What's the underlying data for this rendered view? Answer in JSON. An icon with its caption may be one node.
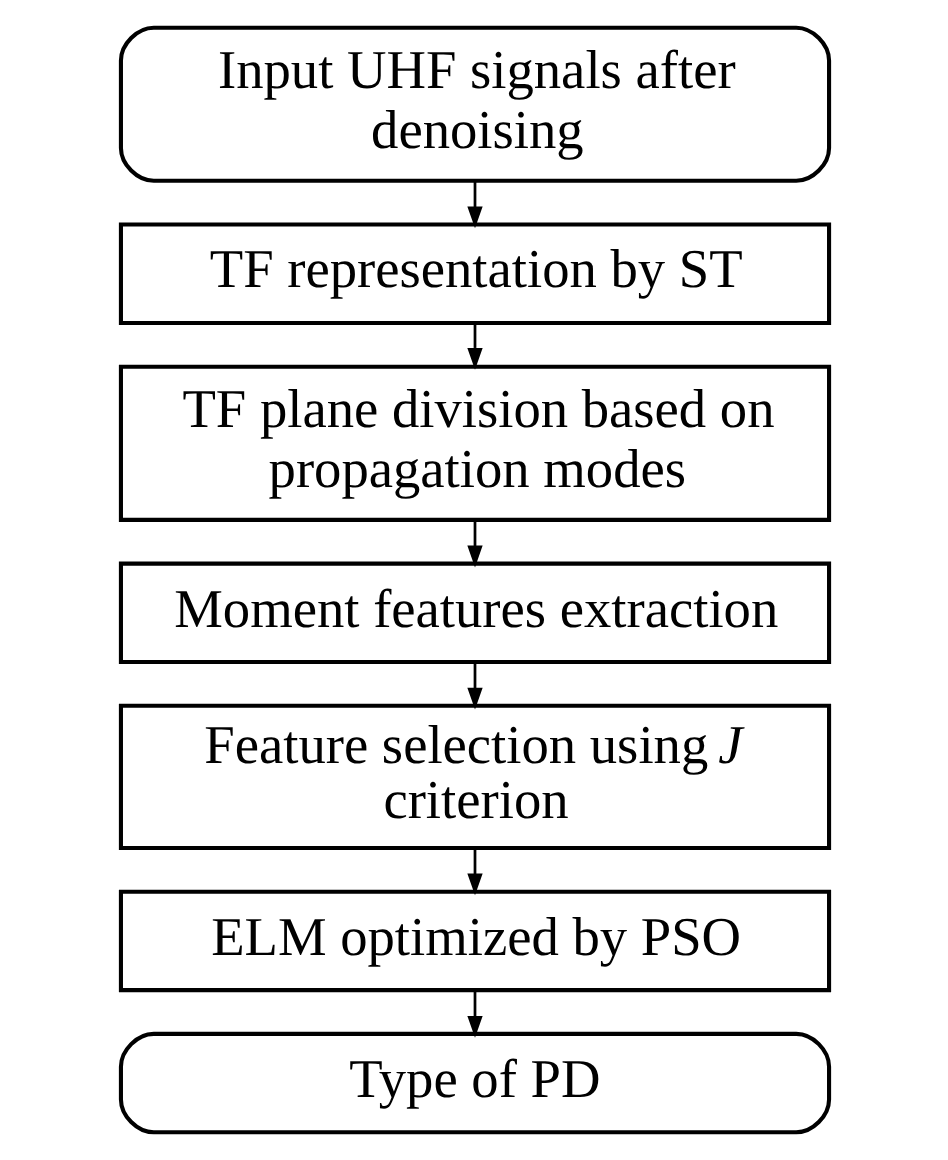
{
  "diagram": {
    "nodes": [
      {
        "text": [
          "Input UHF signals after denoising"
        ]
      },
      {
        "text": [
          "TF representation by ST"
        ]
      },
      {
        "text": [
          "TF plane division based on propagation modes"
        ]
      },
      {
        "text": [
          "Moment features extraction"
        ]
      },
      {
        "text": [
          "Feature selection using *J* criterion"
        ]
      },
      {
        "text": [
          "ELM optimized by PSO"
        ]
      },
      {
        "text": [
          "Type of PD"
        ]
      }
    ],
    "edges": [
      {
        "from": 0,
        "to": 1,
        "arrow": "to"
      },
      {
        "from": 1,
        "to": 2,
        "arrow": "to"
      },
      {
        "from": 2,
        "to": 3,
        "arrow": "to"
      },
      {
        "from": 3,
        "to": 4,
        "arrow": "to"
      },
      {
        "from": 4,
        "to": 5,
        "arrow": "to"
      },
      {
        "from": 5,
        "to": 6,
        "arrow": "to"
      }
    ]
  }
}
